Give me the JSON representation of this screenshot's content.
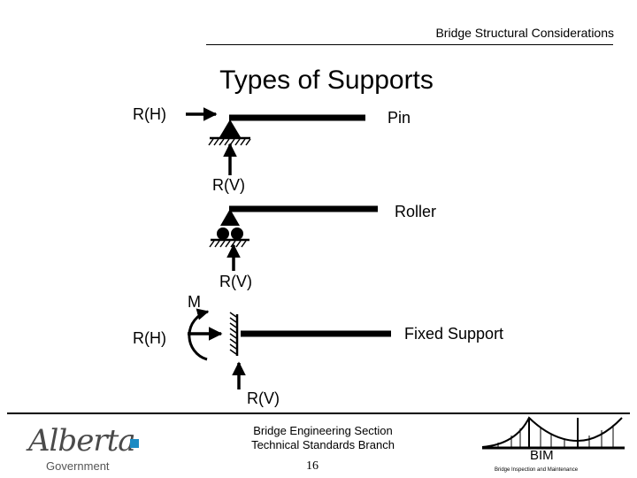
{
  "header": {
    "text": "Bridge Structural Considerations"
  },
  "title": "Types of Supports",
  "pin": {
    "label": "Pin",
    "rh": "R(H)",
    "rv": "R(V)"
  },
  "roller": {
    "label": "Roller",
    "rv": "R(V)"
  },
  "fixed": {
    "label": "Fixed Support",
    "m": "M",
    "rh": "R(H)",
    "rv": "R(V)"
  },
  "footer": {
    "line1": "Bridge Engineering Section",
    "line2": "Technical Standards Branch",
    "page": "16",
    "logo_left_word": "Alberta",
    "logo_left_sub": "Government",
    "logo_right_word": "BIM",
    "logo_right_sub": "Bridge Inspection and Maintenance"
  },
  "colors": {
    "ink": "#000000",
    "alberta_blue": "#1b8ac3",
    "alberta_gray": "#4a4a4a"
  }
}
